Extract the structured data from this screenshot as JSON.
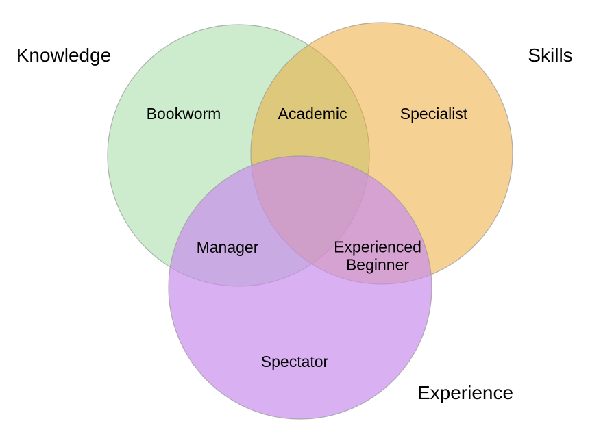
{
  "diagram": {
    "type": "venn",
    "sets": [
      {
        "name": "Knowledge",
        "exclusive_region_label": "Bookworm"
      },
      {
        "name": "Skills",
        "exclusive_region_label": "Specialist"
      },
      {
        "name": "Experience",
        "exclusive_region_label": "Spectator"
      }
    ],
    "intersections": [
      {
        "between": [
          "Knowledge",
          "Skills"
        ],
        "label": "Academic"
      },
      {
        "between": [
          "Knowledge",
          "Experience"
        ],
        "label": "Manager"
      },
      {
        "between": [
          "Skills",
          "Experience"
        ],
        "label": "Experienced Beginner"
      },
      {
        "between": [
          "Knowledge",
          "Skills",
          "Experience"
        ],
        "label": ""
      }
    ]
  },
  "labels": {
    "knowledge": "Knowledge",
    "skills": "Skills",
    "experience": "Experience",
    "bookworm": "Bookworm",
    "academic": "Academic",
    "specialist": "Specialist",
    "manager": "Manager",
    "experienced_beginner": "Experienced\nBeginner",
    "spectator": "Spectator"
  },
  "colors": {
    "knowledge_fill": "#cdeccd",
    "skills_fill": "#eda329",
    "experience_fill": "#c88dec",
    "skills_fill_rendered": "#f6d194",
    "experience_fill_rendered": "#d9b0f2",
    "knowledge_skills_overlap": "#d9c77c",
    "knowledge_experience_overlap": "#c9abe3",
    "skills_experience_overlap": "#d69fd0",
    "center_overlap": "#cf9fca",
    "circle_stroke": "#999999",
    "background": "#ffffff"
  }
}
